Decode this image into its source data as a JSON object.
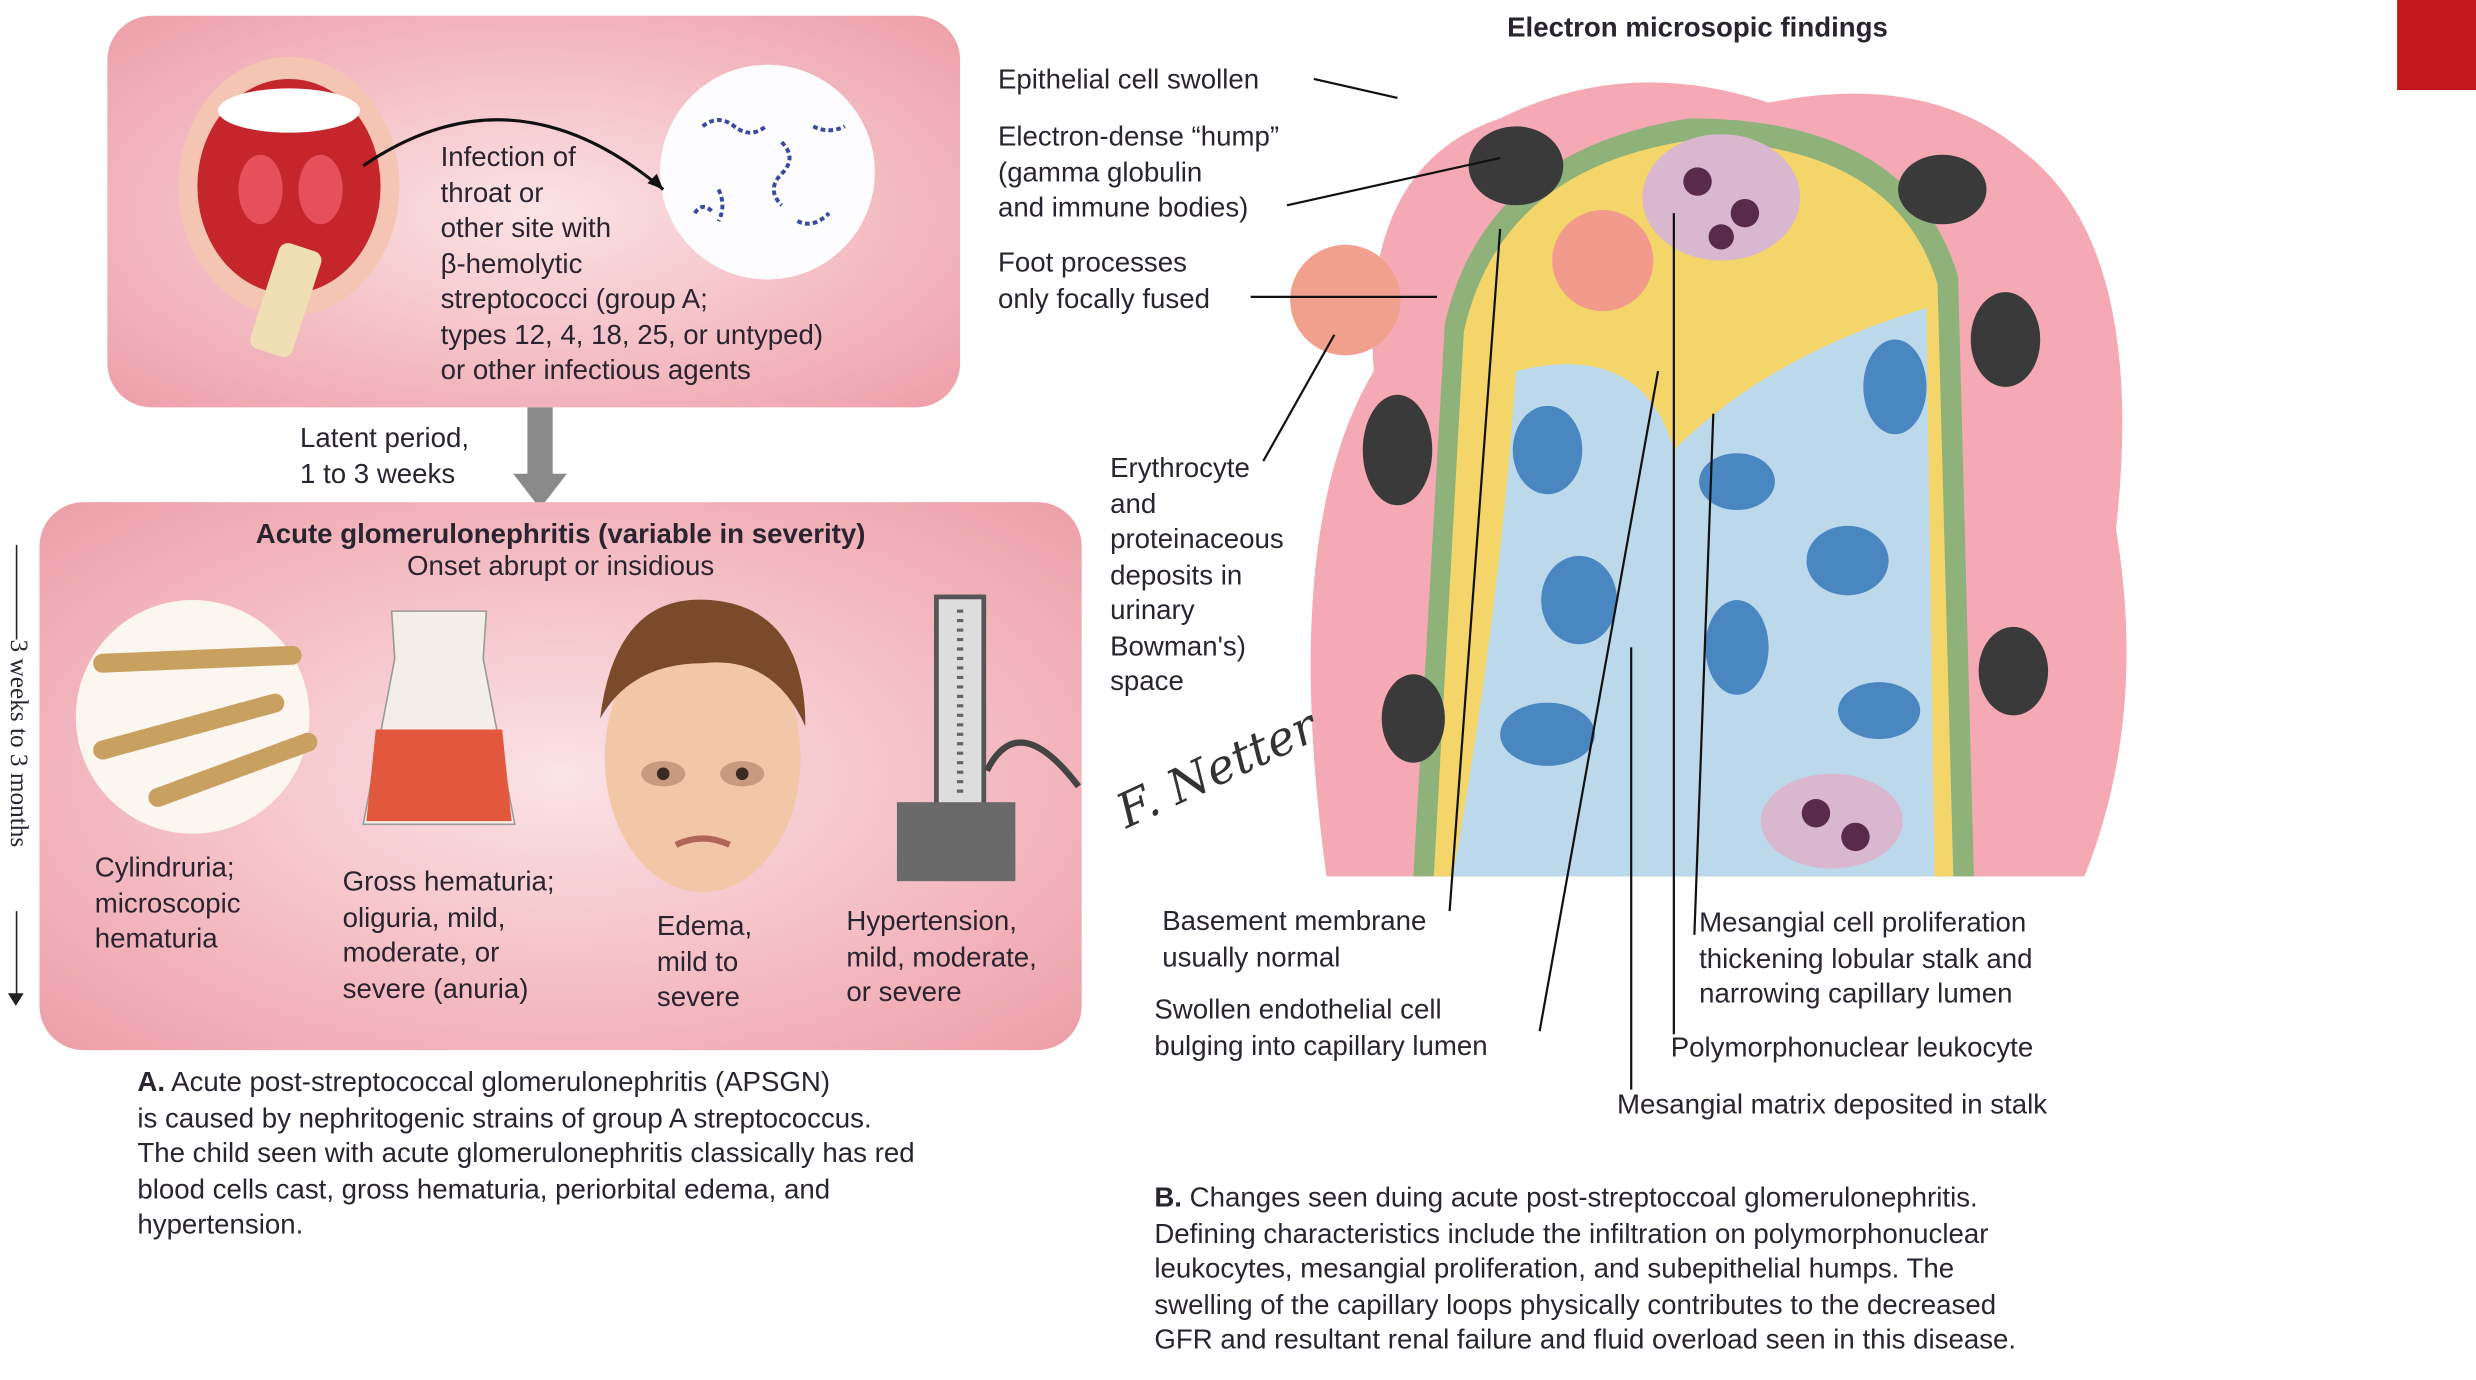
{
  "panel_a": {
    "infection_text": [
      "Infection of",
      "throat or",
      "other site with",
      "β-hemolytic",
      "streptococci (group A;",
      "types 12, 4, 18, 25, or untyped)",
      "or other infectious agents"
    ],
    "latent": [
      "Latent period,",
      "1 to 3 weeks"
    ],
    "title": "Acute glomerulonephritis (variable in severity)",
    "subtitle": "Onset abrupt or insidious",
    "timeline": "3 weeks to 3 months",
    "items": [
      {
        "lines": [
          "Cylindruria;",
          "microscopic",
          "hematuria"
        ]
      },
      {
        "lines": [
          "Gross hematuria;",
          "oliguria, mild,",
          "moderate, or",
          "severe (anuria)"
        ]
      },
      {
        "lines": [
          "Edema,",
          "mild to",
          "severe"
        ]
      },
      {
        "lines": [
          "Hypertension,",
          "mild, moderate,",
          "or severe"
        ]
      }
    ],
    "caption_label": "A.",
    "caption": [
      "Acute post-streptococcal glomerulonephritis (APSGN)",
      "is caused by nephritogenic strains of group A streptococcus.",
      "The child seen with acute glomerulonephritis classically has red",
      "blood cells cast, gross hematuria, periorbital edema, and",
      "hypertension."
    ]
  },
  "panel_b": {
    "title": "Electron microsopic findings",
    "labels": {
      "epithelial": "Epithelial cell swollen",
      "hump": [
        "Electron-dense “hump”",
        "(gamma globulin",
        "and immune bodies)"
      ],
      "foot": [
        "Foot processes",
        "only focally fused"
      ],
      "erythrocyte": [
        "Erythrocyte",
        "and",
        "proteinaceous",
        "deposits in",
        "urinary",
        "Bowman's)",
        "space"
      ],
      "basement": [
        "Basement membrane",
        "usually normal"
      ],
      "endothelial": [
        "Swollen endothelial cell",
        "bulging into capillary lumen"
      ],
      "mesangial_prolif": [
        "Mesangial cell proliferation",
        "thickening lobular stalk and",
        "narrowing capillary lumen"
      ],
      "pmn": "Polymorphonuclear leukocyte",
      "matrix": "Mesangial matrix deposited in stalk"
    },
    "caption_label": "B.",
    "caption": [
      "Changes seen duing acute post-streptoccoal glomerulonephritis.",
      "Defining characteristics include the infiltration on polymorphonuclear",
      "leukocytes, mesangial proliferation, and subepithelial humps. The",
      "swelling of the capillary loops physically contributes to the decreased",
      "GFR and resultant renal failure and fluid overload seen in this disease."
    ],
    "signature": "F. Netter M.D."
  },
  "colors": {
    "pink_box": "#f2b3bb",
    "accent_red": "#c0181c",
    "membrane": "#8fb27a",
    "mesangium": "#bcd9ec"
  }
}
